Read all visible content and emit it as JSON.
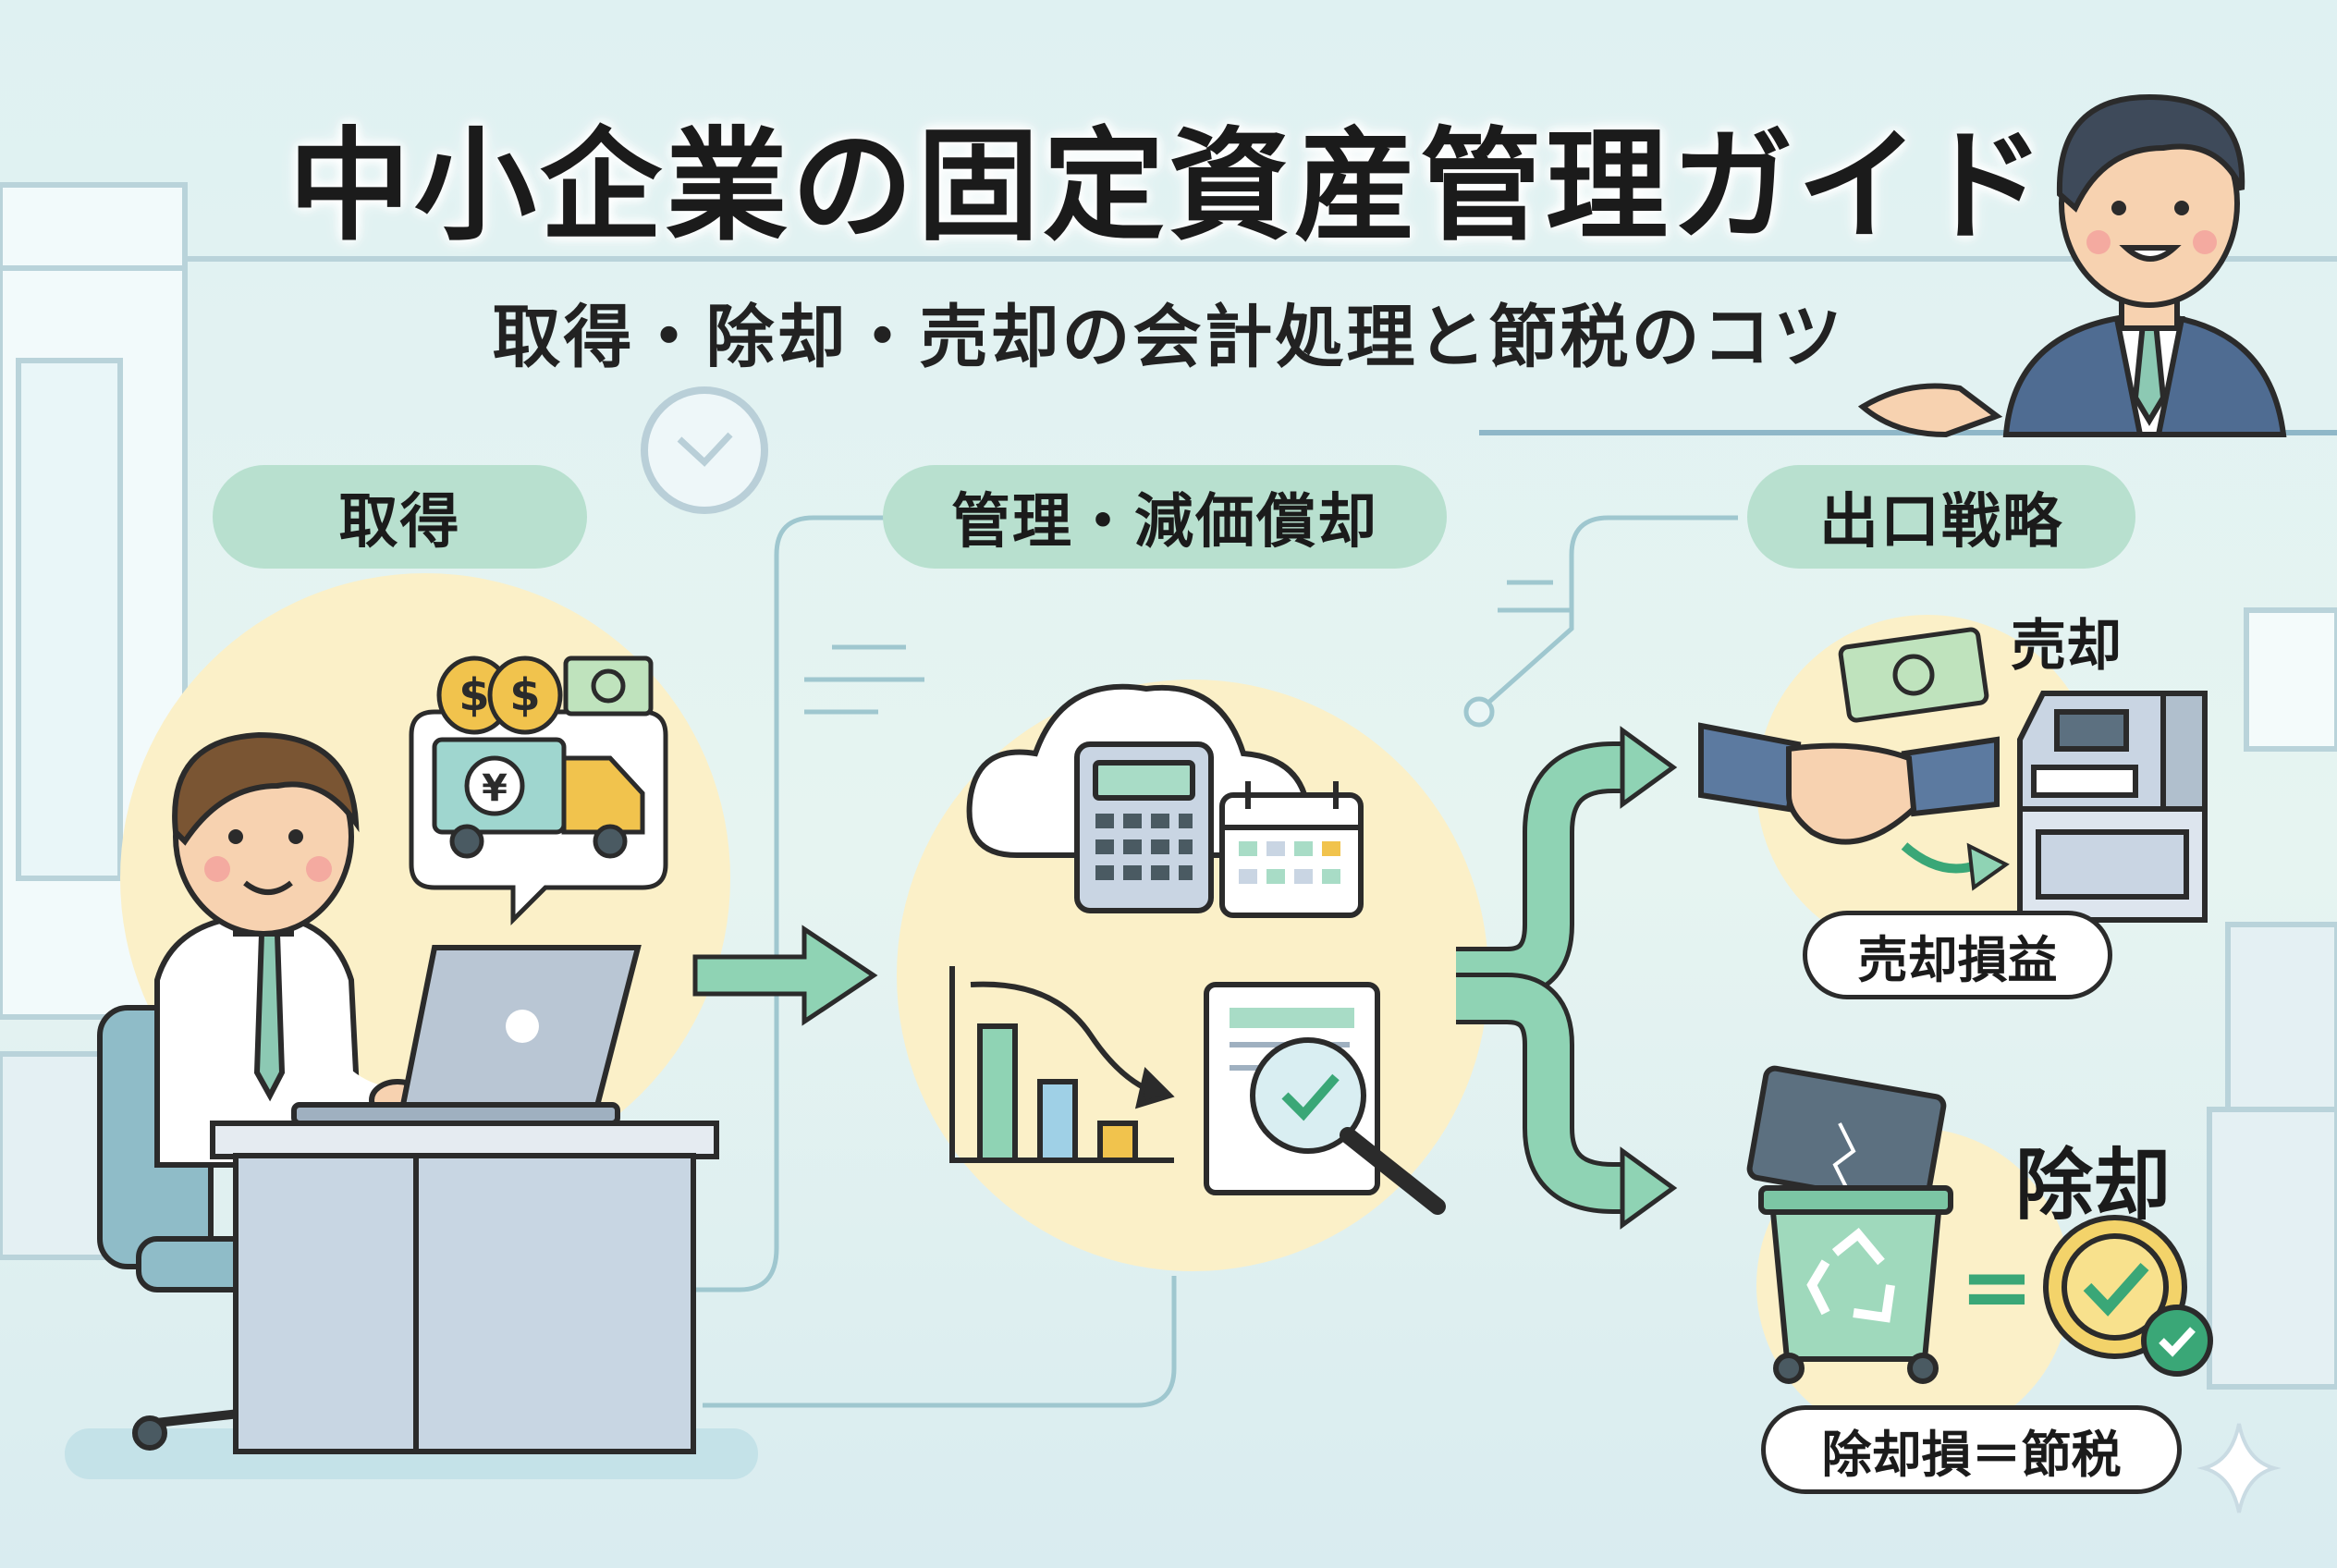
{
  "header": {
    "title": "中小企業の固定資産管理ガイド",
    "subtitle": "取得・除却・売却の会計処理と節税のコツ"
  },
  "stages": {
    "acquire": "取得",
    "manage": "管理・減価償却",
    "exit": "出口戦略"
  },
  "exit_options": {
    "sell": {
      "title": "売却",
      "result": "売却損益"
    },
    "dispose": {
      "title": "除却",
      "result": "除却損＝節税"
    }
  },
  "icons": {
    "currency_yen": "¥",
    "currency_dollar": "$",
    "equals": "="
  },
  "colors": {
    "background": "#e2f3f1",
    "pill": "#b8e0cf",
    "highlight_circle": "#fbf0c8",
    "arrow": "#8fd3b4",
    "trash": "#9fd9bc",
    "coin": "#f3d36a",
    "check": "#3aa777"
  }
}
